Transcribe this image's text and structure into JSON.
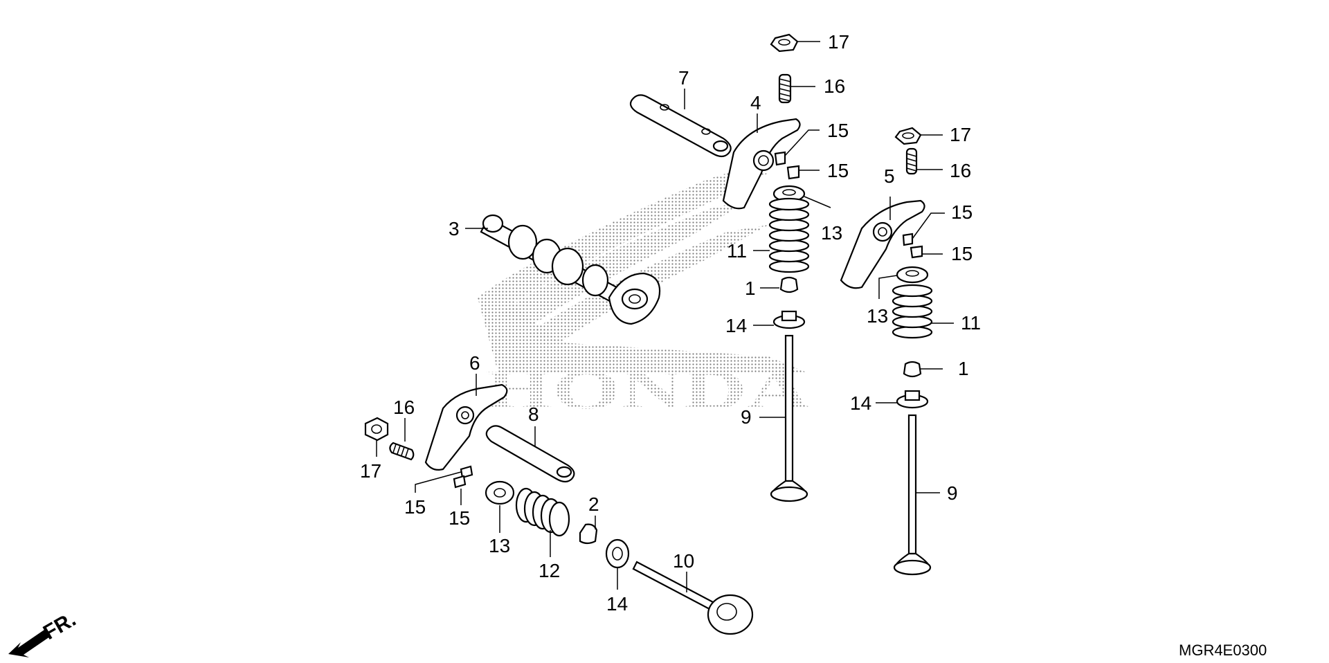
{
  "diagram": {
    "watermark": "HONDA",
    "diagram_code": "MGR4E0300",
    "direction_label": "FR.",
    "callouts": [
      {
        "id": "c17a",
        "label": "17"
      },
      {
        "id": "c16a",
        "label": "16"
      },
      {
        "id": "c7",
        "label": "7"
      },
      {
        "id": "c4",
        "label": "4"
      },
      {
        "id": "c15a",
        "label": "15"
      },
      {
        "id": "c15b",
        "label": "15"
      },
      {
        "id": "c17b",
        "label": "17"
      },
      {
        "id": "c16b",
        "label": "16"
      },
      {
        "id": "c5",
        "label": "5"
      },
      {
        "id": "c15c",
        "label": "15"
      },
      {
        "id": "c15d",
        "label": "15"
      },
      {
        "id": "c13a",
        "label": "13"
      },
      {
        "id": "c3",
        "label": "3"
      },
      {
        "id": "c11a",
        "label": "11"
      },
      {
        "id": "c1a",
        "label": "1"
      },
      {
        "id": "c13b",
        "label": "13"
      },
      {
        "id": "c11b",
        "label": "11"
      },
      {
        "id": "c14a",
        "label": "14"
      },
      {
        "id": "c1b",
        "label": "1"
      },
      {
        "id": "c6",
        "label": "6"
      },
      {
        "id": "c14b",
        "label": "14"
      },
      {
        "id": "c16c",
        "label": "16"
      },
      {
        "id": "c9a",
        "label": "9"
      },
      {
        "id": "c8",
        "label": "8"
      },
      {
        "id": "c17c",
        "label": "17"
      },
      {
        "id": "c9b",
        "label": "9"
      },
      {
        "id": "c2",
        "label": "2"
      },
      {
        "id": "c15e",
        "label": "15"
      },
      {
        "id": "c15f",
        "label": "15"
      },
      {
        "id": "c13c",
        "label": "13"
      },
      {
        "id": "c10",
        "label": "10"
      },
      {
        "id": "c12",
        "label": "12"
      },
      {
        "id": "c14c",
        "label": "14"
      }
    ]
  }
}
